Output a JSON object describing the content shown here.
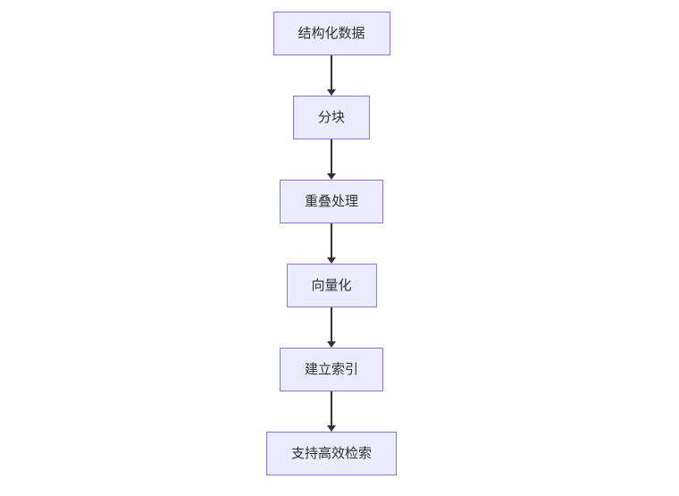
{
  "flow": {
    "type": "flowchart",
    "direction": "top-down",
    "nodes": [
      {
        "label": "结构化数据"
      },
      {
        "label": "分块"
      },
      {
        "label": "重叠处理"
      },
      {
        "label": "向量化"
      },
      {
        "label": "建立索引"
      },
      {
        "label": "支持高效检索"
      }
    ],
    "edges": [
      {
        "from": "结构化数据",
        "to": "分块"
      },
      {
        "from": "分块",
        "to": "重叠处理"
      },
      {
        "from": "重叠处理",
        "to": "向量化"
      },
      {
        "from": "向量化",
        "to": "建立索引"
      },
      {
        "from": "建立索引",
        "to": "支持高效检索"
      }
    ],
    "colors": {
      "node_fill": "#ECECFF",
      "node_border": "#9370DB",
      "text": "#333333",
      "arrow": "#333333",
      "background": "#FFFFFF"
    }
  }
}
